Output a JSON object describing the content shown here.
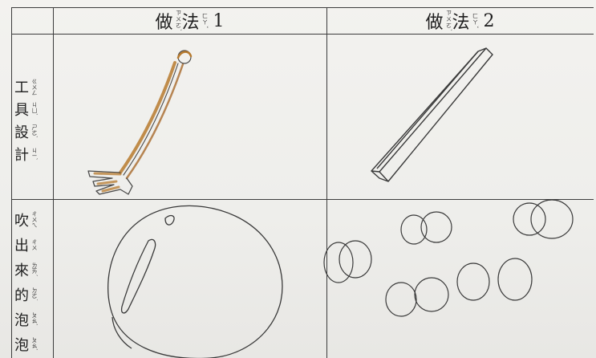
{
  "table": {
    "col_headers": [
      {
        "han": [
          "做",
          "法"
        ],
        "zhuyin": [
          "ㄗㄨㄛˋ",
          "ㄈㄚˇ"
        ],
        "num": "1"
      },
      {
        "han": [
          "做",
          "法"
        ],
        "zhuyin": [
          "ㄗㄨㄛˋ",
          "ㄈㄚˇ"
        ],
        "num": "2"
      }
    ],
    "row_labels": [
      {
        "chars": [
          {
            "han": "工",
            "zhuyin": "ㄍㄨㄥ"
          },
          {
            "han": "具",
            "zhuyin": "ㄐㄩˋ"
          },
          {
            "han": "設",
            "zhuyin": "ㄕㄜˋ"
          },
          {
            "han": "計",
            "zhuyin": "ㄐㄧˋ"
          }
        ]
      },
      {
        "chars": [
          {
            "han": "吹",
            "zhuyin": "ㄔㄨㄟ"
          },
          {
            "han": "出",
            "zhuyin": "ㄔㄨ"
          },
          {
            "han": "來",
            "zhuyin": "ㄌㄞˊ"
          },
          {
            "han": "的",
            "zhuyin": "ㄉㄜ˙"
          },
          {
            "han": "泡",
            "zhuyin": "ㄆㄠˋ"
          },
          {
            "han": "泡",
            "zhuyin": "ㄆㄠˋ"
          }
        ]
      }
    ]
  },
  "colors": {
    "ink": "#3a3a3a",
    "pencil": "#4a4a4a",
    "crayon_brown": "#b77a2e"
  },
  "drawings": {
    "method1_tool": "wand-with-hand-icon",
    "method2_tool": "flat-strip-icon",
    "method1_bubble": "large-bubble-icon",
    "method2_bubbles": "small-bubbles-icon"
  }
}
